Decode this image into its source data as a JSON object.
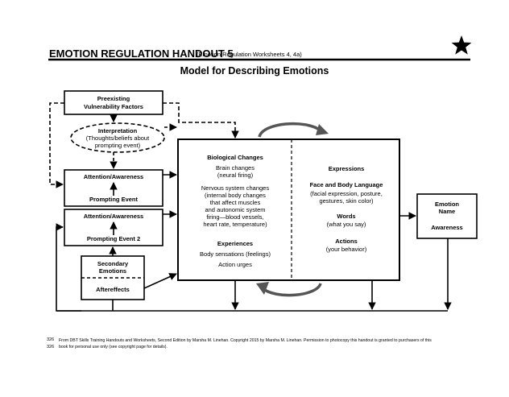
{
  "header": {
    "title": "EMOTION REGULATION HANDOUT 5",
    "subtitle": "(Emotion Regulation Worksheets 4, 4a)"
  },
  "diagram_title": "Model for Describing Emotions",
  "boxes": {
    "preexisting": [
      "Preexisting",
      "Vulnerability Factors"
    ],
    "interpretation": [
      "Interpretation",
      "(Thoughts/beliefs about",
      "prompting event)"
    ],
    "attention1": "Attention/Awareness",
    "prompting1": "Prompting Event",
    "attention2": "Attention/Awareness",
    "prompting2": "Prompting Event 2",
    "secondary": [
      "Secondary",
      "Emotions"
    ],
    "aftereffects": "Aftereffects",
    "emotion_name": [
      "Emotion",
      "Name"
    ],
    "awareness": "Awareness"
  },
  "central": {
    "bio_title": "Biological Changes",
    "brain": [
      "Brain changes",
      "(neural firing)"
    ],
    "nervous": [
      "Nervous system changes",
      "(internal body changes",
      "that affect muscles",
      "and autonomic system",
      "firing—blood vessels,",
      "heart rate, temperature)"
    ],
    "exp_title": "Experiences",
    "exp_items": [
      "Body sensations (feelings)",
      "Action urges"
    ],
    "expressions_title": "Expressions",
    "face_title": "Face and Body Language",
    "face_items": [
      "(facial expression, posture,",
      "gestures, skin color)"
    ],
    "words_title": "Words",
    "words_item": "(what you say)",
    "actions_title": "Actions",
    "actions_item": "(your behavior)"
  },
  "footer": {
    "page_numbers": [
      "326",
      "326"
    ],
    "lines": [
      "From DBT Skills Training Handouts and Worksheets, Second Edition by Marsha M. Linehan. Copyright 2015 by Marsha M. Linehan. Permission to photocopy this handout is granted to purchasers of this",
      "book for personal use only (see copyright page for details)."
    ]
  }
}
